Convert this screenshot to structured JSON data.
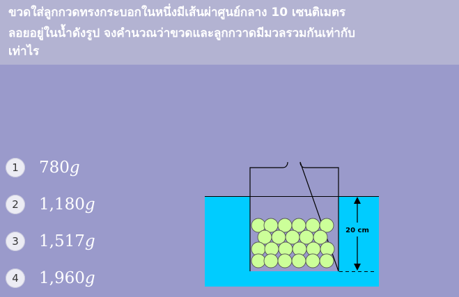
{
  "question": {
    "line1": "ขวดใส่ลูกกวดทรงกระบอกในหนึ่งมีเส้นผ่าศูนย์กลาง 10 เซนติเมตร",
    "line2": "ลอยอยู่ในน้ำดังรูป จงคำนวณว่าขวดและลูกกวาดมีมวลรวมกันเท่ากับ",
    "line3": "เท่าไร"
  },
  "options": [
    {
      "number": "1",
      "value": "780",
      "unit": "g"
    },
    {
      "number": "2",
      "value": "1,180",
      "unit": "g"
    },
    {
      "number": "3",
      "value": "1,517",
      "unit": "g"
    },
    {
      "number": "4",
      "value": "1,960",
      "unit": "g"
    }
  ],
  "figure": {
    "depth_label": "20 cm",
    "colors": {
      "water": "#00ccff",
      "candy": "#ccff99",
      "background": "#9a9acb",
      "header": "#b3b3d2"
    }
  }
}
